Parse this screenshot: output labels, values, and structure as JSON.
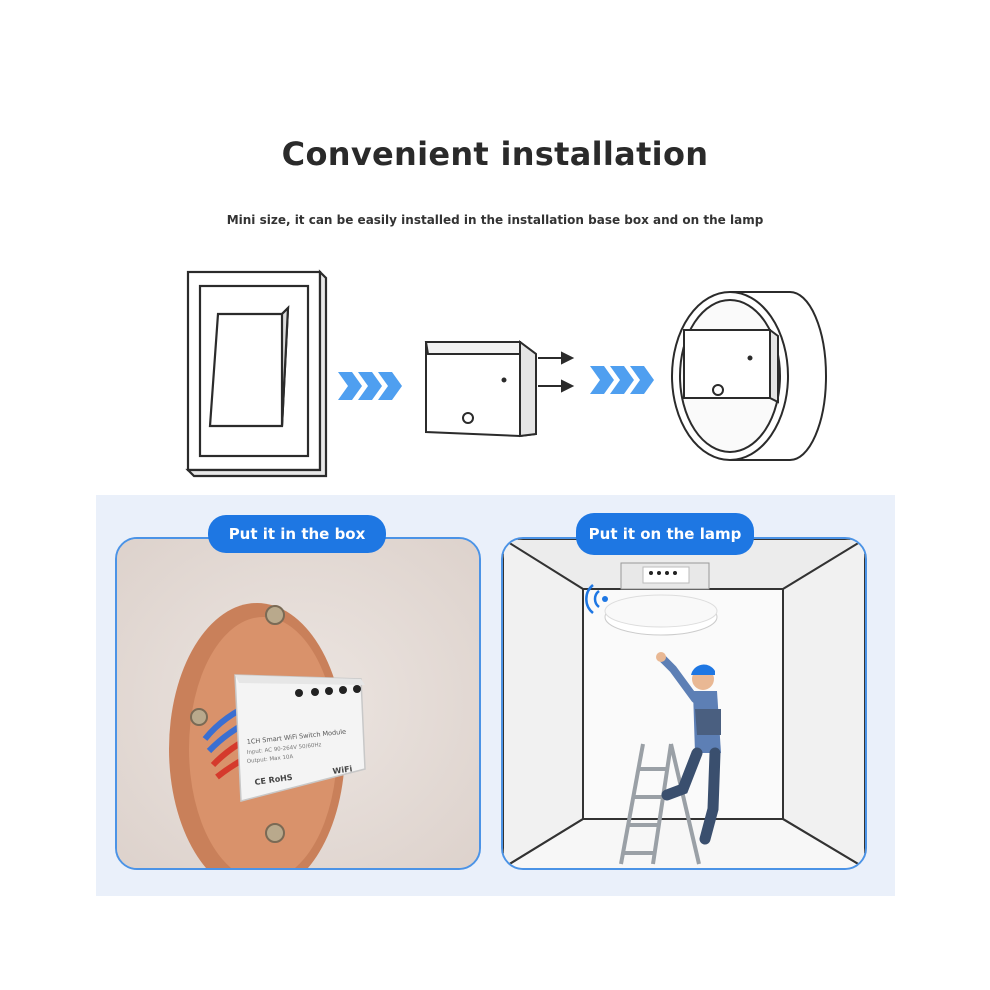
{
  "header": {
    "title": "Convenient installation",
    "subtitle": "Mini size, it can be easily installed in the installation base box and on the lamp"
  },
  "panels": {
    "box_label": "Put it in the box",
    "lamp_label": "Put it on the lamp"
  },
  "module": {
    "line1": "1CH Smart WiFi Switch Module",
    "line2": "Input: AC 90-264V 50/60Hz",
    "line3": "Output: Max 10A",
    "certs": "CE RoHS",
    "brand": "WiFi"
  },
  "colors": {
    "accent": "#1e77e3",
    "panel_border": "#4b93e6",
    "section_bg": "#eaf0fa",
    "chevron": "#4f9ff0"
  }
}
